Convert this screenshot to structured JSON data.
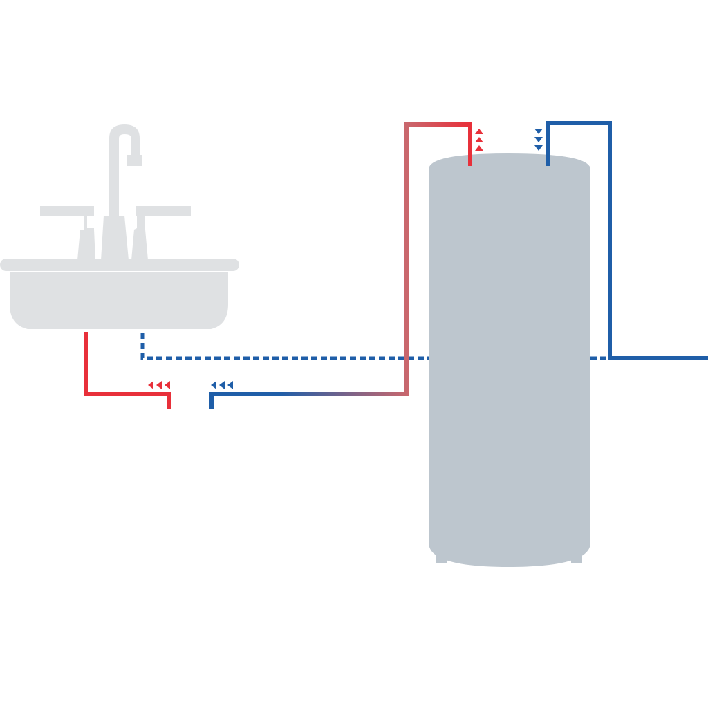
{
  "diagram": {
    "colors": {
      "background": "#ffffff",
      "sink": "#dfe1e3",
      "tank": "#bdc6ce",
      "hot": "#e8303a",
      "cold": "#1f5ea8"
    },
    "elements": [
      {
        "name": "sink-icon",
        "role": "fixture"
      },
      {
        "name": "water-heater-tank",
        "role": "storage tank"
      },
      {
        "name": "hot-water-pipe",
        "role": "hot supply"
      },
      {
        "name": "cold-water-pipe",
        "role": "cold supply"
      },
      {
        "name": "recirculation-return-pipe",
        "role": "return loop"
      },
      {
        "name": "dashed-cold-line",
        "role": "cold feed to fixture"
      },
      {
        "name": "flow-arrows",
        "role": "direction of flow"
      }
    ],
    "flow_direction": {
      "hot_outlet": "up",
      "cold_inlet": "down",
      "under_sink_lines": "left"
    }
  }
}
